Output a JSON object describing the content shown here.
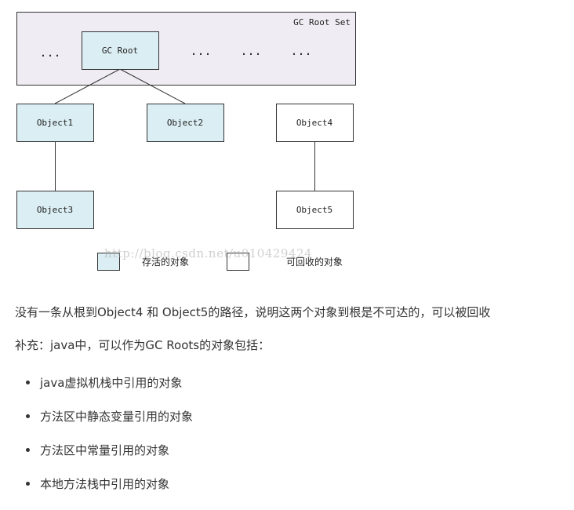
{
  "diagram": {
    "root_set_label": "GC Root Set",
    "gc_root_label": "GC Root",
    "ellipsis": "...",
    "objects": {
      "object1": "Object1",
      "object2": "Object2",
      "object3": "Object3",
      "object4": "Object4",
      "object5": "Object5"
    },
    "legend": {
      "alive": "存活的对象",
      "collectable": "可回收的对象"
    },
    "watermark": "http://blog.csdn.net/u010429424",
    "colors": {
      "alive_fill": "#dbeef3",
      "root_set_fill": "#efedf3",
      "collectable_fill": "#ffffff",
      "stroke": "#333333"
    }
  },
  "text": {
    "conclusion": "没有一条从根到Object4 和 Object5的路径，说明这两个对象到根是不可达的，可以被回收",
    "supplement": "补充：java中，可以作为GC Roots的对象包括：",
    "gc_roots": [
      "java虚拟机栈中引用的对象",
      "方法区中静态变量引用的对象",
      "方法区中常量引用的对象",
      "本地方法栈中引用的对象"
    ]
  }
}
